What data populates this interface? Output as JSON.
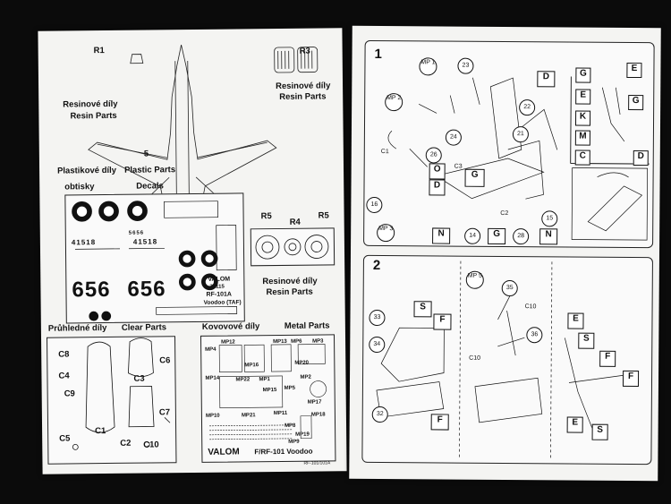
{
  "left_page": {
    "resin_parts_top": {
      "labels": [
        "R1",
        "R3"
      ],
      "czech": "Resinové díly",
      "english": "Resin Parts"
    },
    "aircraft_part_label": "5",
    "plastic_parts": {
      "czech": "Plastikové díly",
      "english": "Plastic Parts"
    },
    "decals": {
      "czech": "obtisky",
      "english": "Decals"
    },
    "decal_sheet": {
      "big_numbers": [
        "656",
        "656"
      ],
      "serials": [
        "41518",
        "41518",
        "5656"
      ],
      "brand": "VALOM",
      "code": "72115",
      "model": "RF-101A",
      "variant": "Voodoo (TAF)"
    },
    "resin_parts_wheels": {
      "labels": [
        "R5",
        "R4",
        "R5"
      ],
      "czech": "Resinové díly",
      "english": "Resin Parts"
    },
    "clear_parts": {
      "czech": "Průhledné díly",
      "english": "Clear Parts",
      "labels": [
        "C8",
        "C4",
        "C9",
        "C5",
        "C1",
        "C3",
        "C6",
        "C7",
        "C2",
        "C10"
      ]
    },
    "metal_parts": {
      "czech": "Kovovové díly",
      "english": "Metal Parts",
      "brand": "VALOM",
      "title": "F/RF-101 Voodoo",
      "labels": [
        "MP4",
        "MP12",
        "MP16",
        "MP3",
        "MP20",
        "MP14",
        "MP22",
        "MP13",
        "MP6",
        "MP1",
        "MP2",
        "MP15",
        "MP5",
        "MP17",
        "MP10",
        "MP21",
        "MP11",
        "MP18",
        "MP19",
        "MP8",
        "MP9"
      ]
    },
    "footer_code": "RF-101/101A"
  },
  "right_page": {
    "step1": {
      "number": "1",
      "parts": [
        "23",
        "22",
        "21",
        "24",
        "26",
        "16",
        "14",
        "28",
        "15"
      ],
      "mp_labels": [
        "MP 1",
        "MP 2",
        "MP 3"
      ],
      "c_labels": [
        "C1",
        "C3",
        "C2"
      ],
      "color_letters": [
        "D",
        "O",
        "D",
        "G",
        "N",
        "G",
        "N"
      ],
      "detail_letters": [
        "G",
        "E",
        "E",
        "G",
        "K",
        "M",
        "C",
        "D"
      ]
    },
    "step2": {
      "number": "2",
      "parts": [
        "33",
        "34",
        "32",
        "35",
        "36"
      ],
      "mp_labels": [
        "MP 5"
      ],
      "c_labels": [
        "C10",
        "C10"
      ],
      "color_letters": [
        "S",
        "F",
        "F",
        "E",
        "S",
        "F",
        "F",
        "E",
        "S"
      ]
    }
  },
  "colors": {
    "page": "#f4f4f2",
    "ink": "#111111",
    "background": "#0b0b0b"
  }
}
